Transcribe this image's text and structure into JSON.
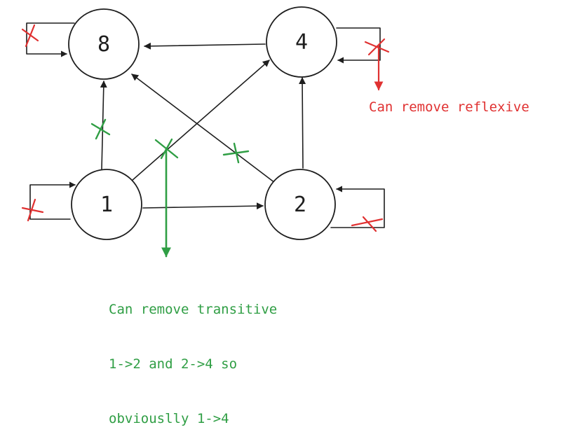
{
  "diagram": {
    "nodes": [
      {
        "id": "n8",
        "label": "8"
      },
      {
        "id": "n4",
        "label": "4"
      },
      {
        "id": "n1",
        "label": "1"
      },
      {
        "id": "n2",
        "label": "2"
      }
    ],
    "edges": [
      {
        "from": "4",
        "to": "8",
        "removed": false
      },
      {
        "from": "1",
        "to": "8",
        "removed": true,
        "mark_color": "green"
      },
      {
        "from": "1",
        "to": "4",
        "removed": true,
        "mark_color": "green"
      },
      {
        "from": "2",
        "to": "8",
        "removed": true,
        "mark_color": "green"
      },
      {
        "from": "1",
        "to": "2",
        "removed": false
      },
      {
        "from": "2",
        "to": "4",
        "removed": false
      },
      {
        "from": "8",
        "to": "8",
        "type": "self-loop",
        "removed": true,
        "mark_color": "red"
      },
      {
        "from": "4",
        "to": "4",
        "type": "self-loop",
        "removed": true,
        "mark_color": "red"
      },
      {
        "from": "1",
        "to": "1",
        "type": "self-loop",
        "removed": true,
        "mark_color": "red"
      },
      {
        "from": "2",
        "to": "2",
        "type": "self-loop",
        "removed": true,
        "mark_color": "red"
      }
    ]
  },
  "annotations": {
    "reflexive": {
      "text": "Can remove reflexive",
      "color": "#e03131"
    },
    "transitive": {
      "lines": [
        "Can remove transitive",
        "1->2 and 2->4 so",
        "obviouslly 1->4"
      ],
      "color": "#2f9e44"
    }
  },
  "colors": {
    "stroke": "#1e1e1e",
    "red": "#e03131",
    "green": "#2f9e44"
  }
}
